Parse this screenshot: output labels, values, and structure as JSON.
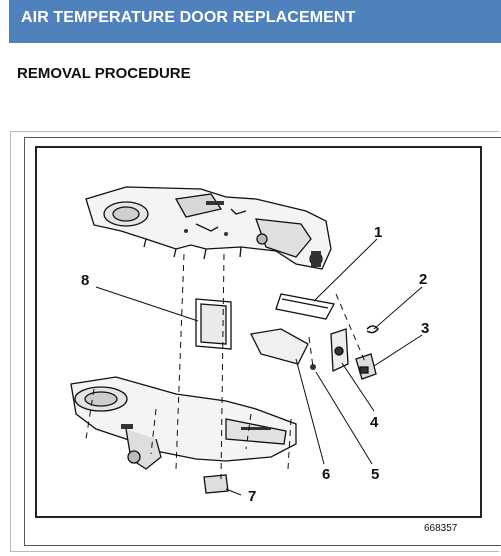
{
  "header": {
    "title": "AIR TEMPERATURE DOOR REPLACEMENT"
  },
  "section": {
    "heading": "REMOVAL PROCEDURE"
  },
  "figure": {
    "callouts": [
      "1",
      "2",
      "3",
      "4",
      "5",
      "6",
      "7",
      "8"
    ],
    "figure_id": "668357"
  },
  "colors": {
    "header_bg": "#4f81bd",
    "header_text": "#ffffff"
  }
}
